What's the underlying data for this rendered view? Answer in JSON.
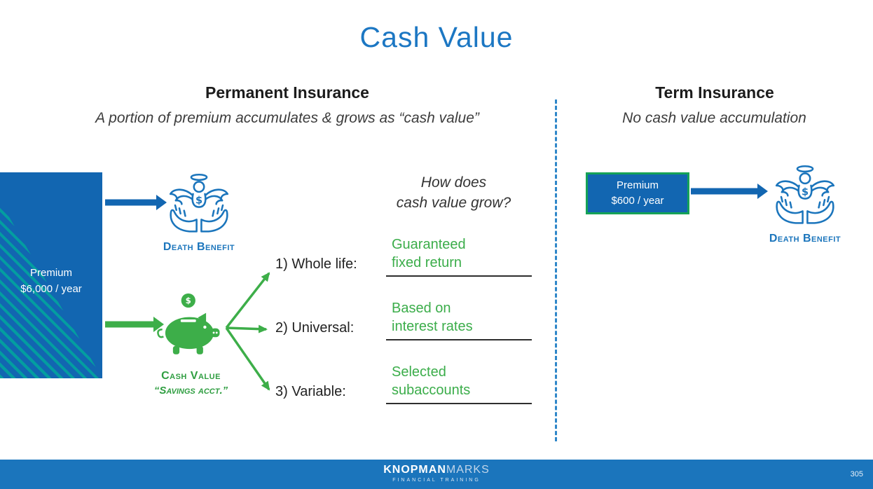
{
  "title": "Cash Value",
  "left": {
    "heading": "Permanent Insurance",
    "subheading": "A portion of premium accumulates & grows as “cash value”",
    "premium_label": "Premium\n$6,000 / year",
    "death_benefit_label": "Death Benefit",
    "cash_value_label": "Cash Value",
    "cash_value_sublabel": "“Savings acct.”",
    "question": "How does\ncash value grow?",
    "items": [
      {
        "label": "1) Whole life:",
        "value": "Guaranteed\nfixed return"
      },
      {
        "label": "2) Universal:",
        "value": "Based on\ninterest rates"
      },
      {
        "label": "3) Variable:",
        "value": "Selected\nsubaccounts"
      }
    ]
  },
  "right": {
    "heading": "Term Insurance",
    "subheading": "No cash value accumulation",
    "premium_label": "Premium\n$600 / year",
    "death_benefit_label": "Death Benefit"
  },
  "footer": {
    "brand_primary": "KNOPMAN",
    "brand_secondary": "MARKS",
    "tagline": "FINANCIAL TRAINING",
    "page_number": "305"
  },
  "colors": {
    "accent_blue": "#1b75bc",
    "box_blue": "#1266b1",
    "green": "#3dae49",
    "stripe_teal": "#00a79d",
    "footer_blue": "#1b75bc"
  }
}
